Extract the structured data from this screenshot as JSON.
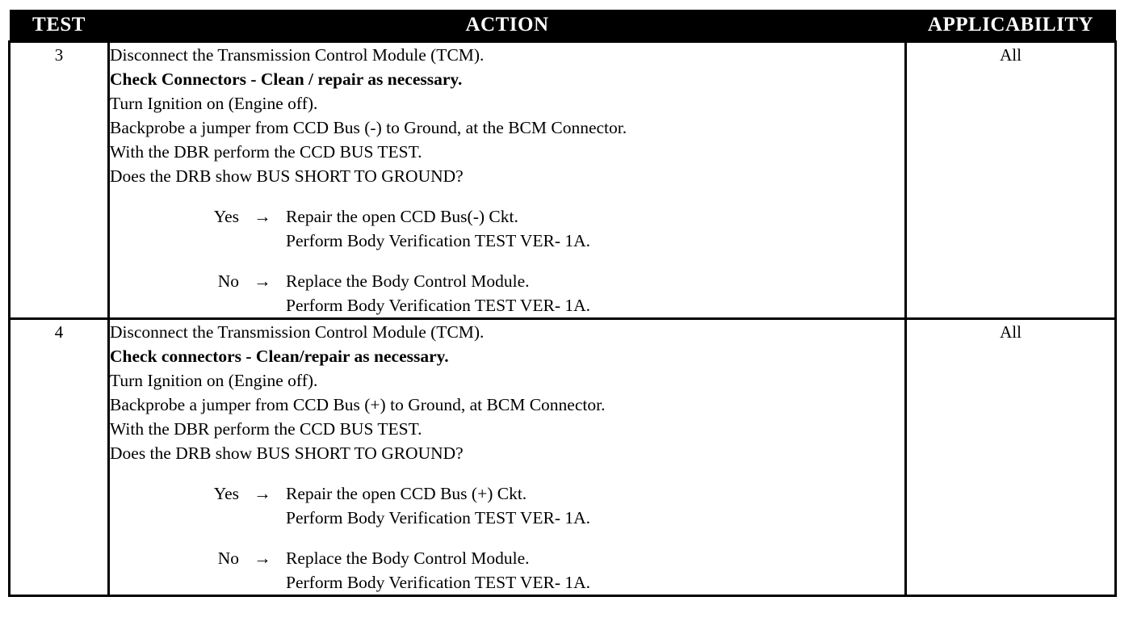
{
  "table": {
    "headers": {
      "test": "TEST",
      "action": "ACTION",
      "applicability": "APPLICABILITY"
    },
    "rows": [
      {
        "test": "3",
        "applicability": "All",
        "action_lines": [
          {
            "text": "Disconnect the Transmission Control Module (TCM).",
            "bold": false
          },
          {
            "text": "Check Connectors - Clean / repair as necessary.",
            "bold": true
          },
          {
            "text": "Turn Ignition on (Engine off).",
            "bold": false
          },
          {
            "text": "Backprobe a jumper from CCD Bus (-) to Ground, at the BCM Connector.",
            "bold": false
          },
          {
            "text": "With the DBR perform the CCD BUS TEST.",
            "bold": false
          },
          {
            "text": "Does the DRB show BUS SHORT TO GROUND?",
            "bold": false
          }
        ],
        "branches": [
          {
            "label": "Yes",
            "arrow": "→",
            "lines": [
              "Repair the open CCD Bus(-) Ckt.",
              "Perform Body Verification TEST VER- 1A."
            ]
          },
          {
            "label": "No",
            "arrow": "→",
            "lines": [
              "Replace the Body Control Module.",
              "Perform Body Verification TEST VER- 1A."
            ]
          }
        ]
      },
      {
        "test": "4",
        "applicability": "All",
        "action_lines": [
          {
            "text": "Disconnect the Transmission Control Module (TCM).",
            "bold": false
          },
          {
            "text": "Check connectors - Clean/repair as necessary.",
            "bold": true
          },
          {
            "text": "Turn Ignition on (Engine off).",
            "bold": false
          },
          {
            "text": "Backprobe a jumper from CCD Bus (+) to Ground, at BCM Connector.",
            "bold": false
          },
          {
            "text": "With the DBR perform the CCD BUS TEST.",
            "bold": false
          },
          {
            "text": "Does the DRB show BUS SHORT TO GROUND?",
            "bold": false
          }
        ],
        "branches": [
          {
            "label": "Yes",
            "arrow": "→",
            "lines": [
              "Repair the open CCD Bus (+) Ckt.",
              "Perform Body Verification TEST VER- 1A."
            ]
          },
          {
            "label": "No",
            "arrow": "→",
            "lines": [
              "Replace the Body Control Module.",
              "Perform Body Verification TEST VER- 1A."
            ]
          }
        ]
      }
    ]
  },
  "colors": {
    "header_background": "#000000",
    "header_text": "#ffffff",
    "border": "#000000",
    "page_background": "#ffffff",
    "body_text": "#000000"
  }
}
